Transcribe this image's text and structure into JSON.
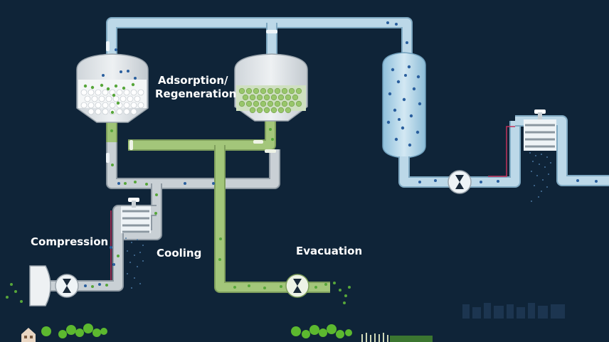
{
  "labels": {
    "adsorption_line1": "Adsorption/",
    "adsorption_line2": "Regeneration",
    "compression": "Compression",
    "cooling": "Cooling",
    "evacuation": "Evacuation"
  },
  "colors": {
    "background": "#0f2438",
    "pipe_blue": "#b9d6e6",
    "pipe_green": "#9bbf72",
    "pipe_gray": "#c4ccd2",
    "particle_blue": "#2a5f9e",
    "particle_green": "#57a63a",
    "accent_red": "#c2325a",
    "tree_green": "#5cb82f"
  },
  "icons": {
    "compressor": "compressor-icon",
    "pump": "pump-icon",
    "heat_exchanger": "heat-exchanger-icon",
    "vessel": "adsorber-vessel-icon",
    "house": "house-icon",
    "tree": "tree-icon"
  }
}
